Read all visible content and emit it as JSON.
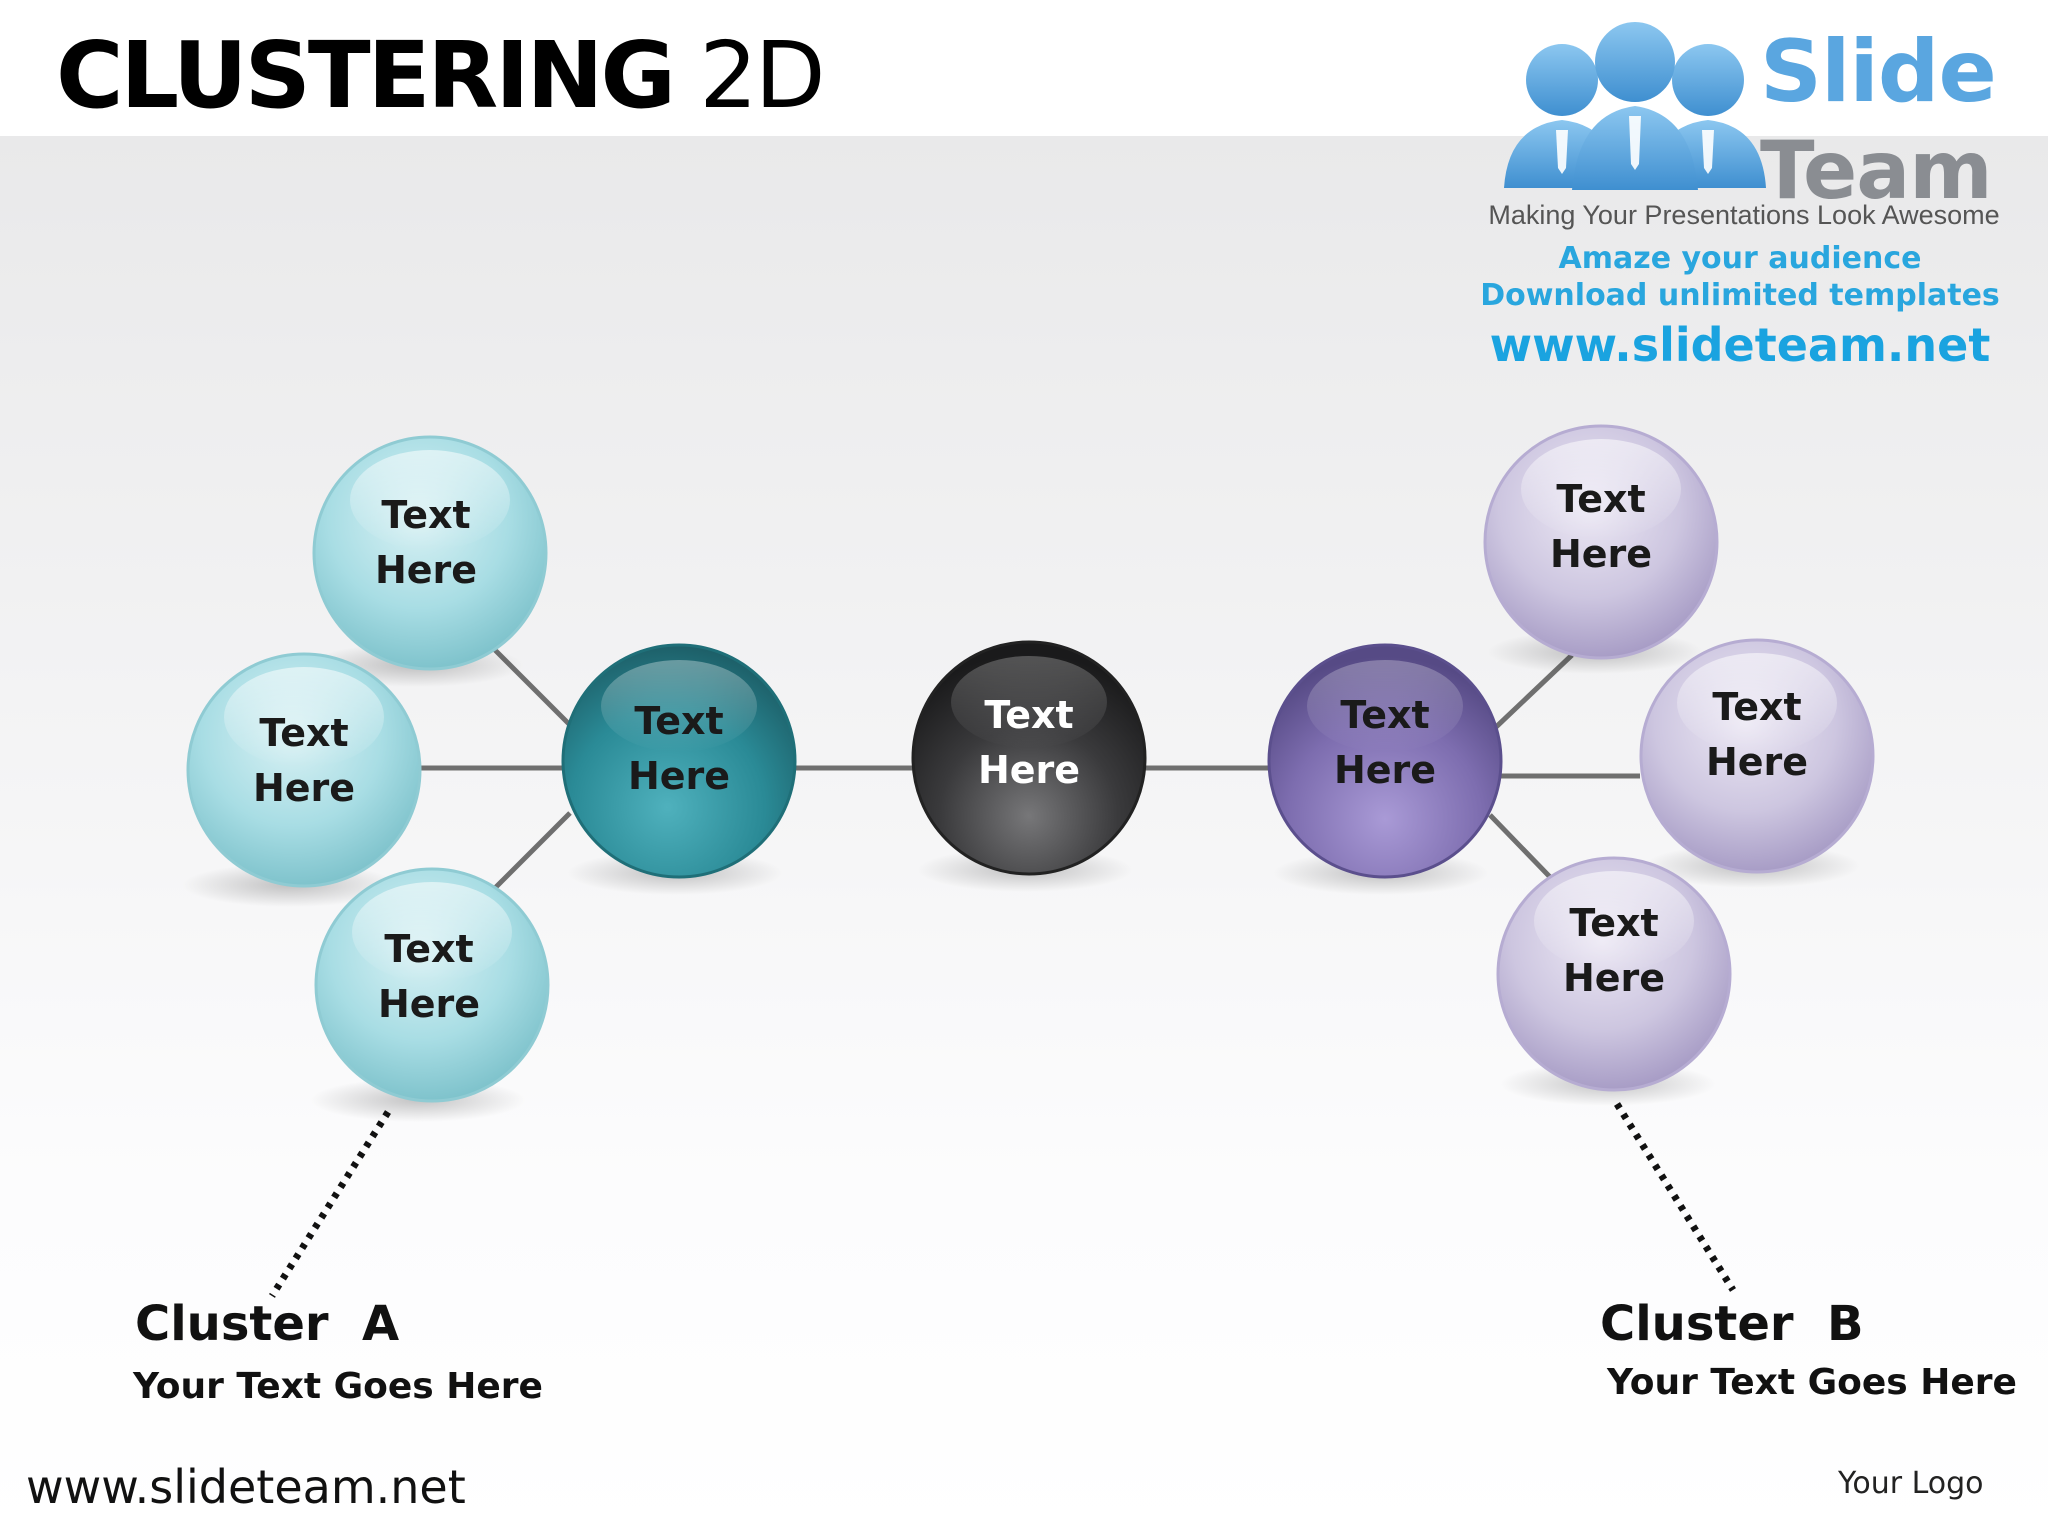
{
  "title": {
    "bold": "CLUSTERING",
    "light": "2D"
  },
  "brand": {
    "name_line1": "Slide",
    "name_line2": "Team",
    "tagline": "Making Your Presentations Look Awesome",
    "promo_line1": "Amaze your audience",
    "promo_line2": "Download unlimited templates",
    "promo_url": "www.slideteam.net",
    "logo_icon": "three-people-icon",
    "colors": {
      "blue": "#5aa6e0",
      "gray": "#8a8d92",
      "promo": "#29a6de"
    }
  },
  "diagram": {
    "colors": {
      "cluster_a_leaf": "#a8dde4",
      "cluster_a_hub": "#2a8a96",
      "center": "#3a3a3c",
      "cluster_b_hub": "#8a7ab8",
      "cluster_b_leaf": "#cdc6e0",
      "connector": "#6f6f6f"
    },
    "nodes": {
      "a_top": {
        "line1": "Text",
        "line2": "Here"
      },
      "a_mid": {
        "line1": "Text",
        "line2": "Here"
      },
      "a_bottom": {
        "line1": "Text",
        "line2": "Here"
      },
      "a_hub": {
        "line1": "Text",
        "line2": "Here"
      },
      "center": {
        "line1": "Text",
        "line2": "Here"
      },
      "b_hub": {
        "line1": "Text",
        "line2": "Here"
      },
      "b_top": {
        "line1": "Text",
        "line2": "Here"
      },
      "b_mid": {
        "line1": "Text",
        "line2": "Here"
      },
      "b_bottom": {
        "line1": "Text",
        "line2": "Here"
      }
    }
  },
  "clusters": {
    "a": {
      "title": "Cluster  A",
      "description": "Your Text Goes Here"
    },
    "b": {
      "title": "Cluster  B",
      "description": "Your Text Goes Here"
    }
  },
  "footer": {
    "url": "www.slideteam.net",
    "logo_placeholder": "Your Logo"
  }
}
